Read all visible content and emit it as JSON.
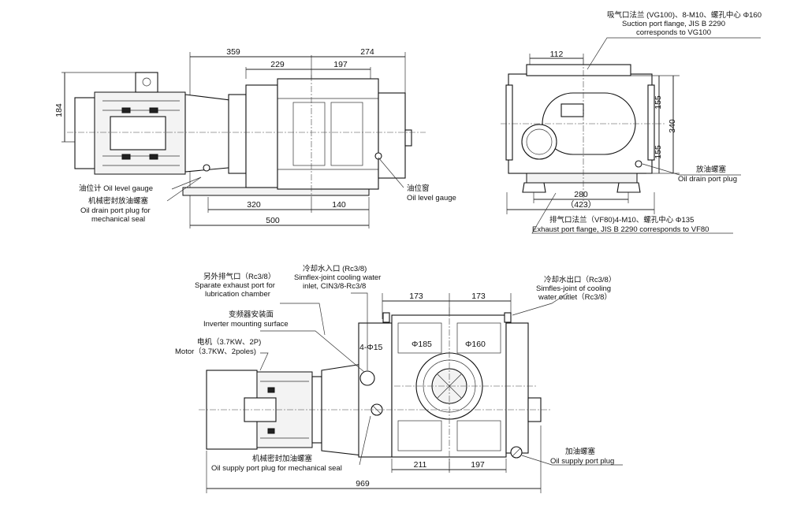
{
  "views": {
    "side": {
      "dims": {
        "d359": "359",
        "d274": "274",
        "d229": "229",
        "d197": "197",
        "d184": "184",
        "d320": "320",
        "d140": "140",
        "d500": "500"
      },
      "labels": {
        "oil_level_gauge_left": "油位计 Oil level gauge",
        "drain_zh": "机械密封放油螺塞",
        "drain_en1": "Oil drain port plug for",
        "drain_en2": "mechanical seal",
        "oil_window_zh": "油位窗",
        "oil_window_en": "Oil level gauge"
      }
    },
    "end": {
      "dims": {
        "d112": "112",
        "d155a": "155",
        "d340": "340",
        "d155b": "155",
        "d280": "280",
        "d423": "（423）"
      },
      "labels": {
        "suction_zh": "吸气口法兰 (VG100)、8-M10、螺孔中心 Φ160",
        "suction_en1": "Suction port flange, JIS B 2290",
        "suction_en2": "corresponds to VG100",
        "drain_zh": "放油螺塞",
        "drain_en": "Oil drain port plug",
        "exhaust_zh": "排气口法兰（VF80)4-M10、螺孔中心 Φ135",
        "exhaust_en": "Exhaust port flange, JIS B 2290 corresponds to VF80"
      }
    },
    "top": {
      "dims": {
        "d173a": "173",
        "d173b": "173",
        "phi185": "Φ185",
        "phi160": "Φ160",
        "holes": "4-Φ15",
        "d211": "211",
        "d197": "197",
        "d969": "969"
      },
      "labels": {
        "sep_zh": "另外排气口（Rc3/8）",
        "sep_en1": "Sparate exhaust port for",
        "sep_en2": "lubrication chamber",
        "cool_in_zh": "冷却水入口 (Rc3/8)",
        "cool_in_en1": "Simflex-joint cooling water",
        "cool_in_en2": "inlet, CIN3/8-Rc3/8",
        "cool_out_zh": "冷却水出口（Rc3/8）",
        "cool_out_en1": "Simfles-joint of cooling",
        "cool_out_en2": "water outlet（Rc3/8）",
        "inverter_zh": "变频器安装面",
        "inverter_en": "Inverter mounting surface",
        "motor_zh": "电机（3.7KW、2P)",
        "motor_en": "Motor（3.7KW、2poles)",
        "seal_zh": "机械密封加油螺塞",
        "seal_en": "Oil supply port plug for mechanical seal",
        "supply_zh": "加油螺塞",
        "supply_en": "Oil supply port plug"
      }
    }
  }
}
